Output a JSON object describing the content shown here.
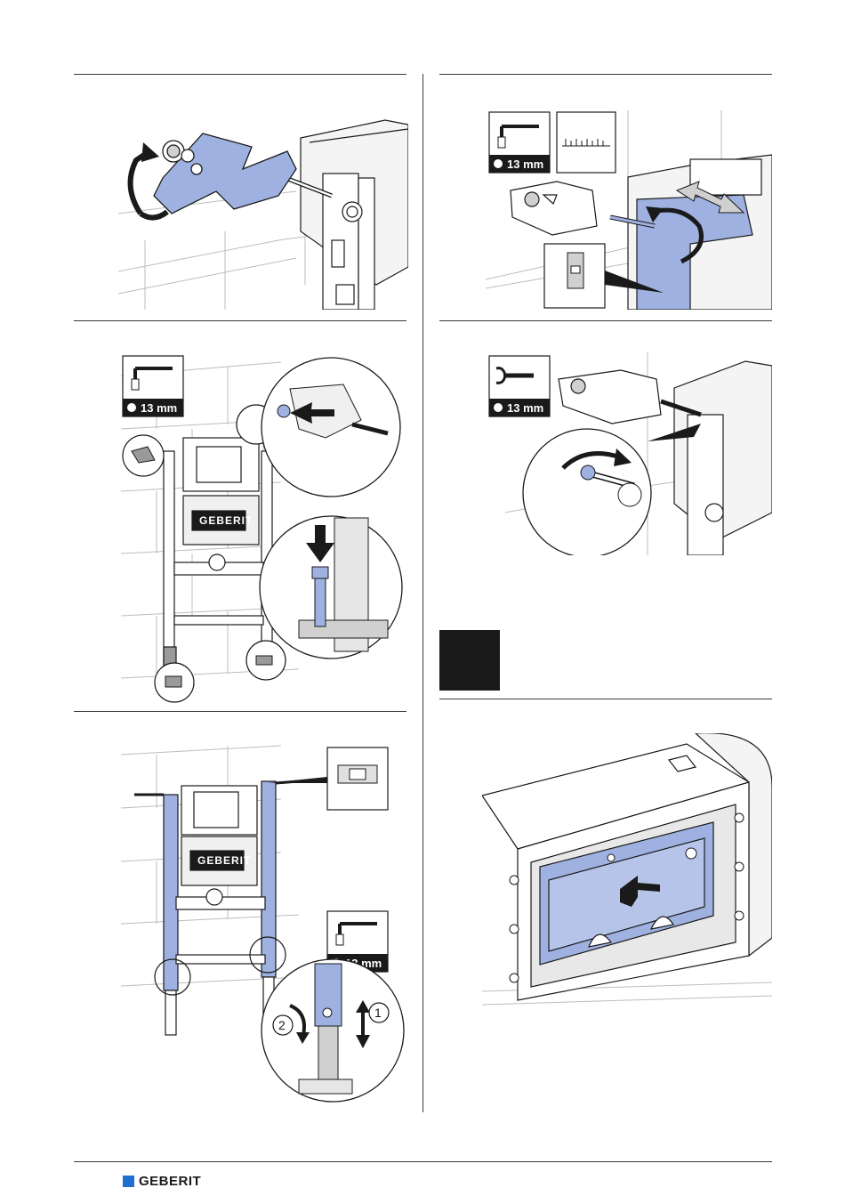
{
  "tools": {
    "socket_label": "13 mm"
  },
  "frame_brand": "GEBERIT",
  "badges": {
    "one": "1",
    "two": "2"
  },
  "footer": {
    "brand": "GEBERIT"
  },
  "colors": {
    "accent_blue": "#9fb1e0",
    "brand_blue": "#1f6fd1",
    "line_dark": "#1a1a1a"
  }
}
